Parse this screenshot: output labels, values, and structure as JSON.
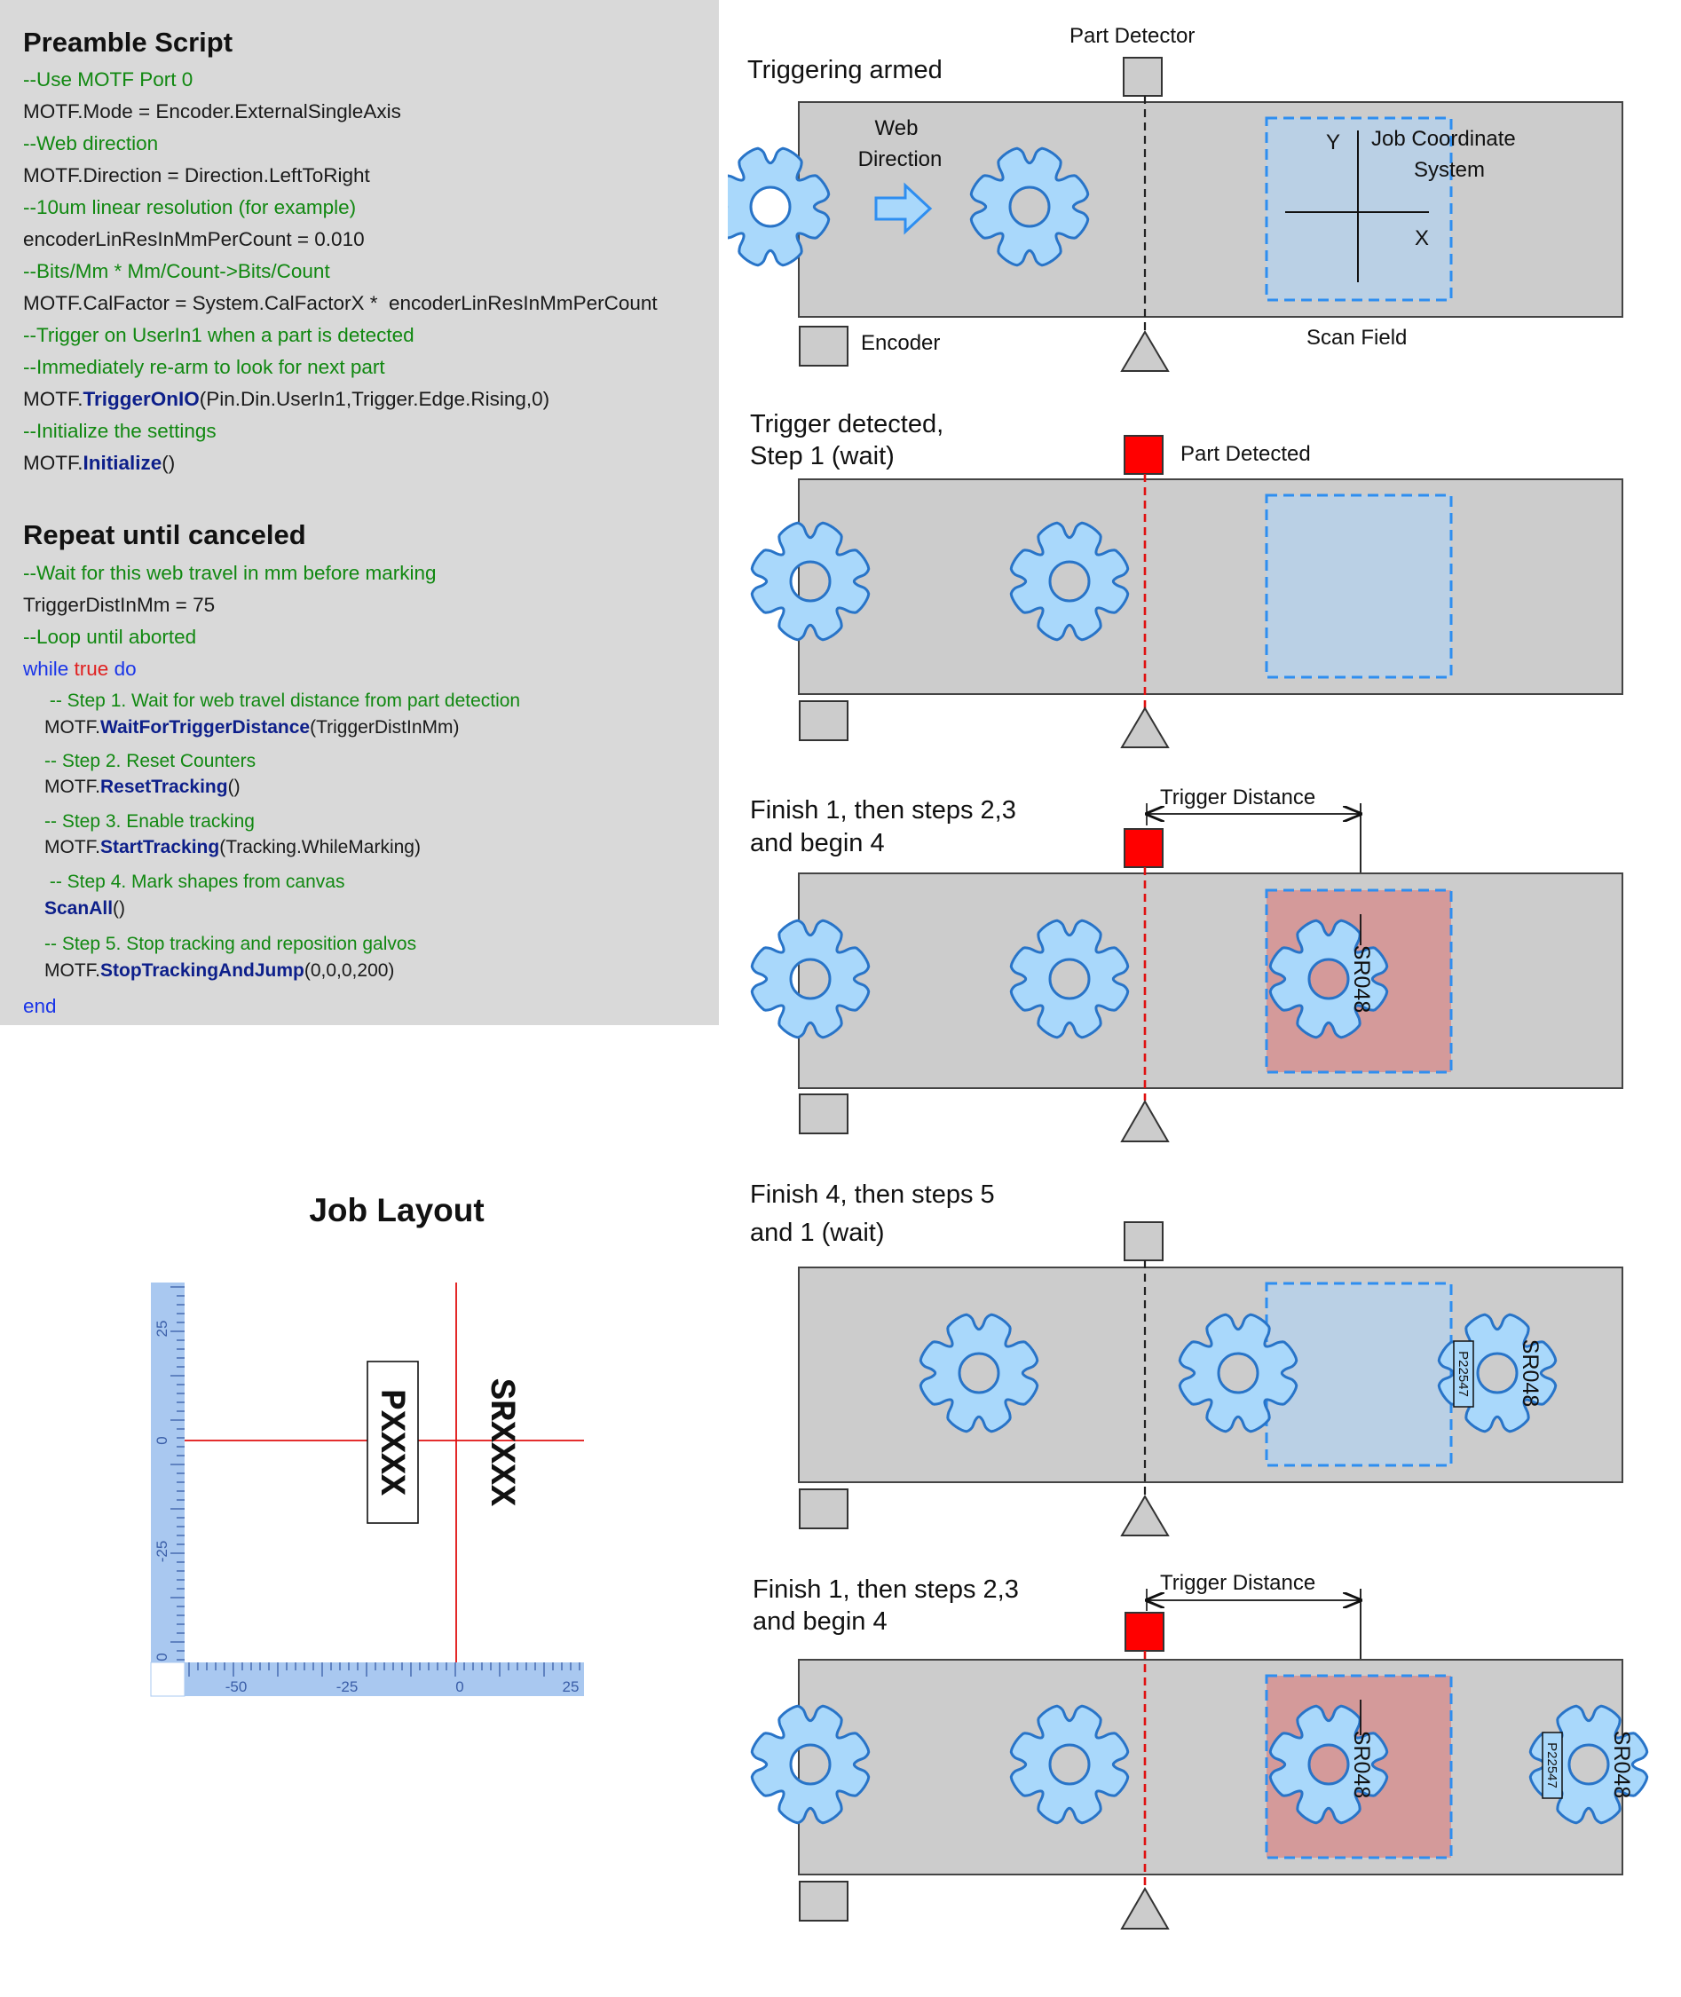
{
  "code": {
    "preamble_title": "Preamble Script",
    "preamble_lines": [
      [
        {
          "t": "--Use MOTF Port 0",
          "c": "com"
        }
      ],
      [
        {
          "t": "MOTF.Mode = Encoder.ExternalSingleAxis",
          "c": "txt"
        }
      ],
      [
        {
          "t": "--Web direction",
          "c": "com"
        }
      ],
      [
        {
          "t": "MOTF.Direction = Direction.LeftToRight",
          "c": "txt"
        }
      ],
      [
        {
          "t": "--10um linear resolution (for example)",
          "c": "com"
        }
      ],
      [
        {
          "t": "encoderLinResInMmPerCount = 0.010",
          "c": "txt"
        }
      ],
      [
        {
          "t": "--Bits/Mm * Mm/Count->Bits/Count",
          "c": "com"
        }
      ],
      [
        {
          "t": "MOTF.CalFactor = System.CalFactorX *  encoderLinResInMmPerCount",
          "c": "txt"
        }
      ],
      [
        {
          "t": "--Trigger on UserIn1 when a part is detected",
          "c": "com"
        }
      ],
      [
        {
          "t": "--Immediately re-arm to look for next part",
          "c": "com"
        }
      ],
      [
        {
          "t": "MOTF.",
          "c": "txt"
        },
        {
          "t": "TriggerOnIO",
          "c": "fn"
        },
        {
          "t": "(Pin.Din.UserIn1,Trigger.Edge.Rising,0)",
          "c": "txt"
        }
      ],
      [
        {
          "t": "--Initialize the settings",
          "c": "com"
        }
      ],
      [
        {
          "t": "MOTF.",
          "c": "txt"
        },
        {
          "t": "Initialize",
          "c": "fn"
        },
        {
          "t": "()",
          "c": "txt"
        }
      ]
    ],
    "repeat_title": "Repeat until canceled",
    "repeat_lines": [
      {
        "ind": false,
        "parts": [
          {
            "t": "--Wait for this web travel in mm before marking",
            "c": "com"
          }
        ]
      },
      {
        "ind": false,
        "parts": [
          {
            "t": "TriggerDistInMm = 75",
            "c": "txt"
          }
        ]
      },
      {
        "ind": false,
        "parts": [
          {
            "t": "--Loop until aborted",
            "c": "com"
          }
        ]
      },
      {
        "ind": false,
        "parts": [
          {
            "t": "while ",
            "c": "kw"
          },
          {
            "t": "true ",
            "c": "red"
          },
          {
            "t": "do",
            "c": "kw"
          }
        ]
      },
      {
        "ind": true,
        "parts": [
          {
            "t": " -- Step 1. Wait for web travel distance from part detection",
            "c": "com"
          }
        ]
      },
      {
        "ind": true,
        "parts": [
          {
            "t": "MOTF.",
            "c": "txt"
          },
          {
            "t": "WaitForTriggerDistance",
            "c": "fn"
          },
          {
            "t": "(TriggerDistInMm)",
            "c": "txt"
          }
        ]
      },
      {
        "ind": true,
        "parts": [
          {
            "t": "-- Step 2. Reset Counters",
            "c": "com"
          }
        ]
      },
      {
        "ind": true,
        "parts": [
          {
            "t": "MOTF.",
            "c": "txt"
          },
          {
            "t": "ResetTracking",
            "c": "fn"
          },
          {
            "t": "()",
            "c": "txt"
          }
        ]
      },
      {
        "ind": true,
        "parts": [
          {
            "t": "-- Step 3. Enable tracking",
            "c": "com"
          }
        ]
      },
      {
        "ind": true,
        "parts": [
          {
            "t": "MOTF.",
            "c": "txt"
          },
          {
            "t": "StartTracking",
            "c": "fn"
          },
          {
            "t": "(Tracking.WhileMarking)",
            "c": "txt"
          }
        ]
      },
      {
        "ind": true,
        "parts": [
          {
            "t": " -- Step 4. Mark shapes from canvas",
            "c": "com"
          }
        ]
      },
      {
        "ind": true,
        "parts": [
          {
            "t": "ScanAll",
            "c": "fn"
          },
          {
            "t": "()",
            "c": "txt"
          }
        ]
      },
      {
        "ind": true,
        "parts": [
          {
            "t": "-- Step 5. Stop tracking and reposition galvos",
            "c": "com"
          }
        ]
      },
      {
        "ind": true,
        "parts": [
          {
            "t": "MOTF.",
            "c": "txt"
          },
          {
            "t": "StopTrackingAndJump",
            "c": "fn"
          },
          {
            "t": "(0,0,0,200)",
            "c": "txt"
          }
        ]
      },
      {
        "ind": false,
        "parts": [
          {
            "t": "end",
            "c": "kw"
          }
        ]
      }
    ]
  },
  "job_layout": {
    "title": "Job Layout",
    "x_ticks": [
      "-50",
      "-25",
      "0",
      "25"
    ],
    "y_ticks": [
      "25",
      "0",
      "-25",
      "0"
    ],
    "text1": "PXXXX",
    "text2": "SRXXXX"
  },
  "labels": {
    "part_detector": "Part Detector",
    "web_direction_1": "Web",
    "web_direction_2": "Direction",
    "job_coord_1": "Job Coordinate",
    "job_coord_2": "System",
    "axis_y": "Y",
    "axis_x": "X",
    "encoder": "Encoder",
    "scan_field": "Scan Field",
    "part_detected": "Part Detected",
    "trigger_distance": "Trigger Distance",
    "mark_sr": "SR048",
    "mark_p": "P22547"
  },
  "panels": [
    {
      "title": [
        "Triggering armed"
      ]
    },
    {
      "title": [
        "Trigger detected,",
        "Step 1 (wait)"
      ]
    },
    {
      "title": [
        "Finish 1, then steps 2,3",
        "and begin 4"
      ]
    },
    {
      "title": [
        "Finish 4, then steps 5",
        "and 1 (wait)"
      ]
    },
    {
      "title": [
        "Finish 1, then steps 2,3",
        "and begin 4"
      ]
    }
  ],
  "colors": {
    "code_bg": "#d9d9d9",
    "belt": "#cccccc",
    "gear_fill": "#a9d8fb",
    "gear_stroke": "#2874c8",
    "scan_field": "#bad0e5",
    "marking": "#d49a9a",
    "detected": "#ff0000"
  }
}
